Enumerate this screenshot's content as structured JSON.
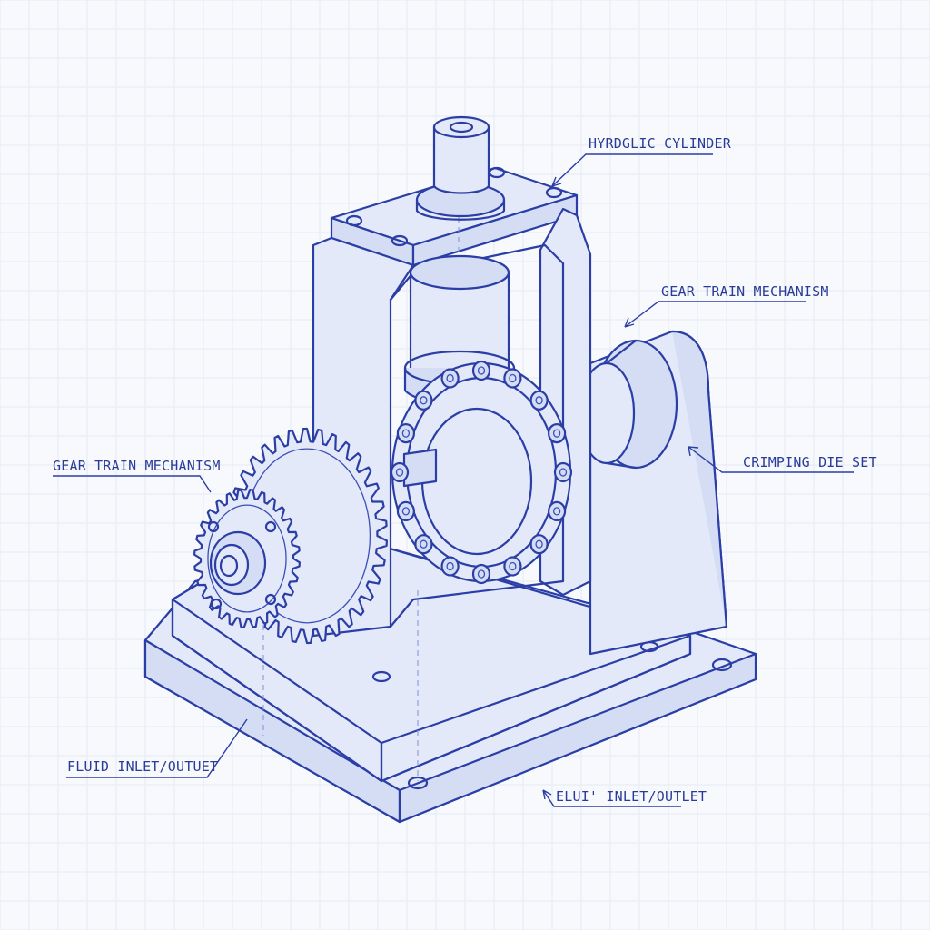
{
  "labels": {
    "hydraulic_cylinder": "HYRDGLIC CYLINDER",
    "gear_train_right": "GEAR TRAIN MECHANISM",
    "gear_train_left": "GEAR TRAIN MECHANISM",
    "crimping_die_set": "CRIMPING DIE SET",
    "fluid_inlet_left": "FLUID INLET/OUTUET",
    "fluid_inlet_bottom": "ELUI' INLET/OUTLET"
  },
  "colors": {
    "ink": "#2b3ea6",
    "paper": "#f7f9fc",
    "shade": "#e3e9f8"
  }
}
